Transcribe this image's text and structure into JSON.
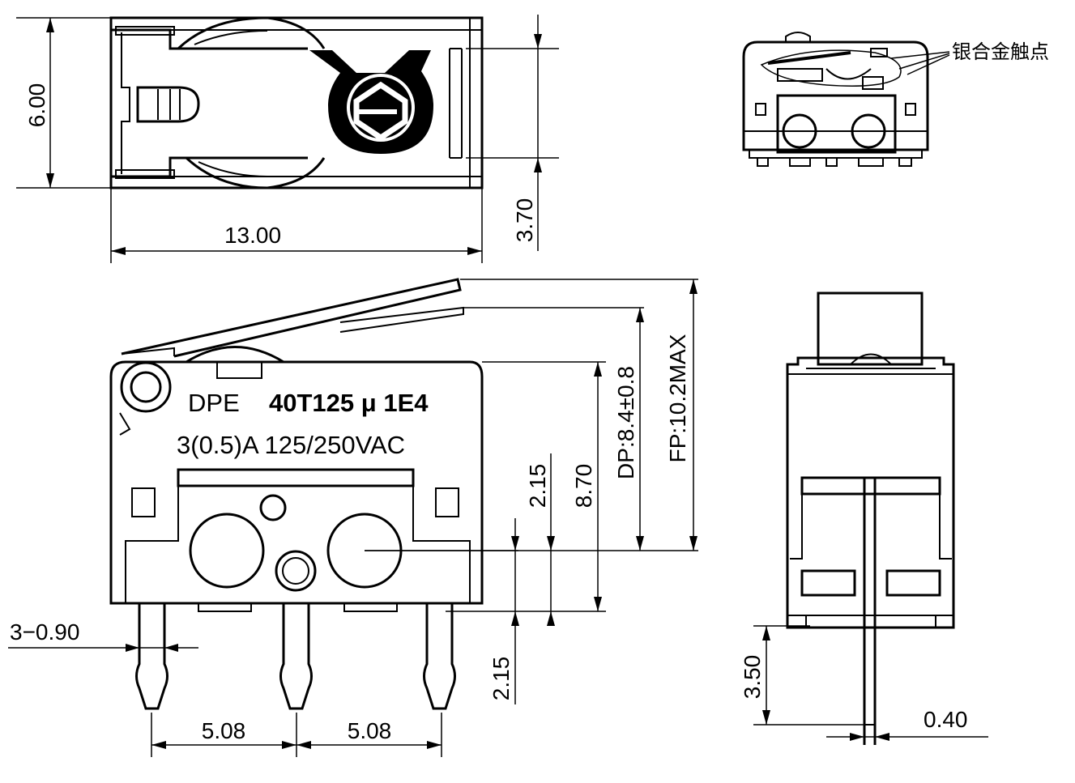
{
  "dimensions": {
    "width_6": "6.00",
    "length_13": "13.00",
    "height_3_70": "3.70",
    "terminal_3_50": "3.50",
    "thickness_0_40": "0.40",
    "pins_3_090": "3−0.90",
    "pitch_a": "5.08",
    "pitch_b": "5.08",
    "upper_2_15": "2.15",
    "lower_2_15": "2.15",
    "body_8_70": "8.70",
    "dp": "DP:8.4±0.8",
    "fp": "FP:10.2MAX"
  },
  "marking": {
    "brand": "DPE",
    "model": "40T125 μ 1E4",
    "rating": "3(0.5)A 125/250VAC"
  },
  "callout": {
    "contact": "银合金触点"
  }
}
